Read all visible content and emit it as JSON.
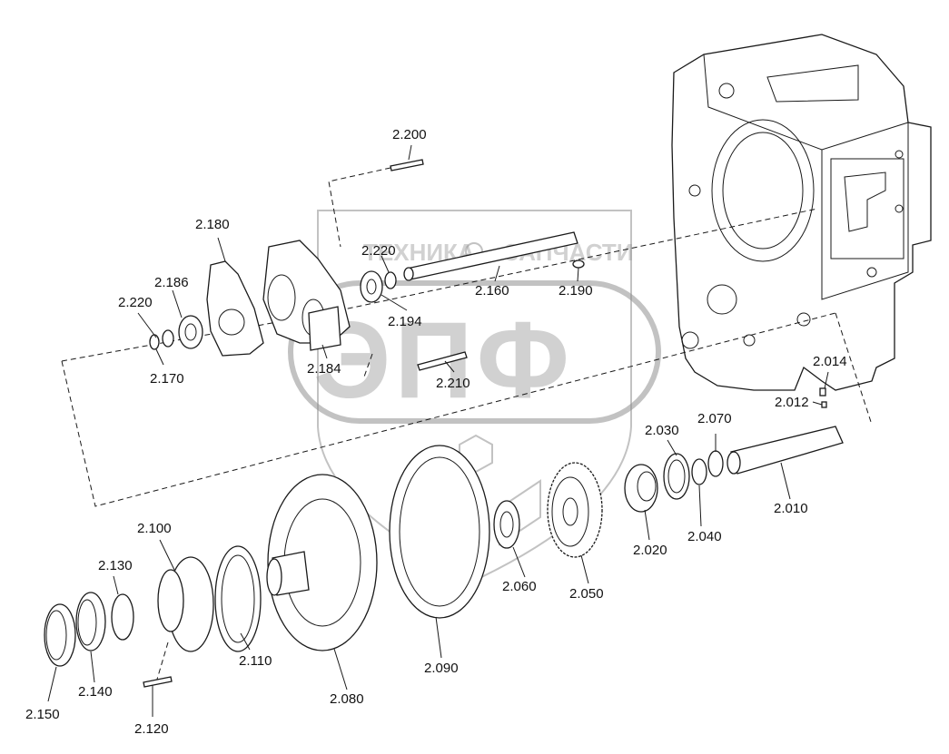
{
  "watermark": {
    "brand_left": "ТЕХНИКА",
    "brand_right": "ЗАПЧАСТИ",
    "monogram": "ЭПФ"
  },
  "parts": {
    "p2010": "2.010",
    "p2012": "2.012",
    "p2014": "2.014",
    "p2020": "2.020",
    "p2030": "2.030",
    "p2040": "2.040",
    "p2050": "2.050",
    "p2060": "2.060",
    "p2070": "2.070",
    "p2080": "2.080",
    "p2090": "2.090",
    "p2100": "2.100",
    "p2110": "2.110",
    "p2120": "2.120",
    "p2130": "2.130",
    "p2140": "2.140",
    "p2150": "2.150",
    "p2160": "2.160",
    "p2170": "2.170",
    "p2180": "2.180",
    "p2184": "2.184",
    "p2186": "2.186",
    "p2190": "2.190",
    "p2194": "2.194",
    "p2200": "2.200",
    "p2210": "2.210",
    "p2220a": "2.220",
    "p2220b": "2.220"
  }
}
